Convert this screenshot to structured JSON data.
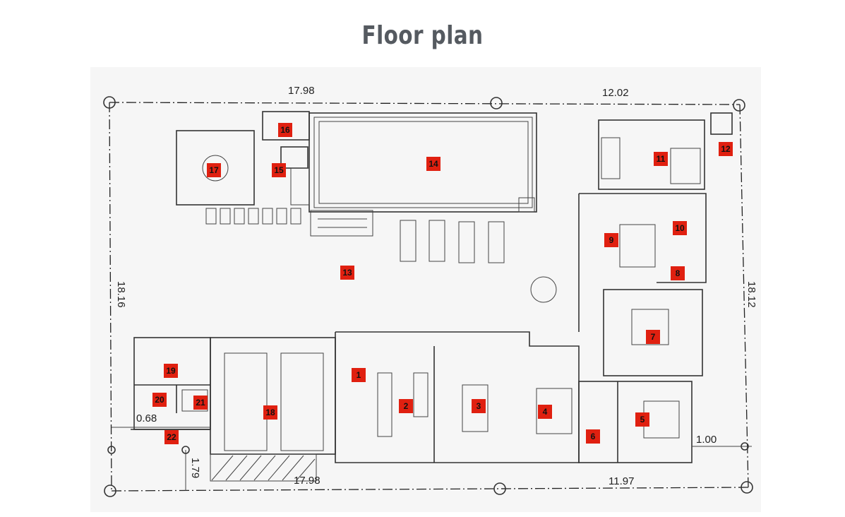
{
  "title": "Floor plan",
  "dimensions": {
    "top_left": "17.98",
    "top_right": "12.02",
    "left": "18.16",
    "right": "18.12",
    "bottom_left": "17.98",
    "bottom_right": "11.97",
    "right_offset": "1.00",
    "left_small": "0.68",
    "bottom_small": "1.79"
  },
  "rooms": [
    "1",
    "2",
    "3",
    "4",
    "5",
    "6",
    "7",
    "8",
    "9",
    "10",
    "11",
    "12",
    "13",
    "14",
    "15",
    "16",
    "17",
    "18",
    "19",
    "20",
    "21",
    "22"
  ],
  "colors": {
    "badge": "#e02010",
    "title": "#555a60",
    "lines": "#333333"
  }
}
